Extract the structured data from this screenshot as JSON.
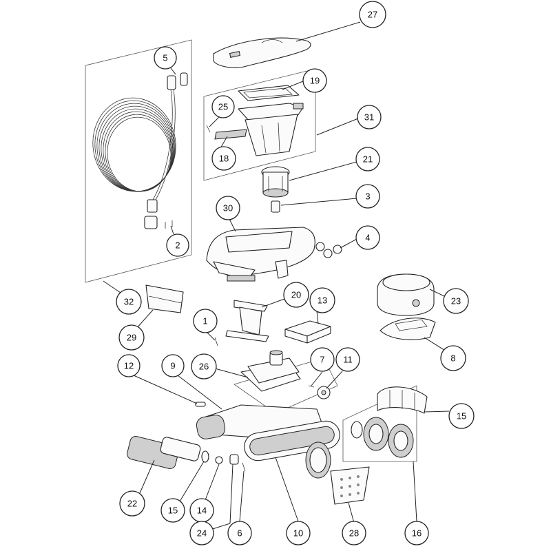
{
  "diagram": {
    "callouts": [
      {
        "id": "c27",
        "label": "27"
      },
      {
        "id": "c5",
        "label": "5"
      },
      {
        "id": "c19",
        "label": "19"
      },
      {
        "id": "c25",
        "label": "25"
      },
      {
        "id": "c31",
        "label": "31"
      },
      {
        "id": "c18",
        "label": "18"
      },
      {
        "id": "c21",
        "label": "21"
      },
      {
        "id": "c3",
        "label": "3"
      },
      {
        "id": "c30",
        "label": "30"
      },
      {
        "id": "c2",
        "label": "2"
      },
      {
        "id": "c4",
        "label": "4"
      },
      {
        "id": "c23",
        "label": "23"
      },
      {
        "id": "c32",
        "label": "32"
      },
      {
        "id": "c20",
        "label": "20"
      },
      {
        "id": "c13",
        "label": "13"
      },
      {
        "id": "c29",
        "label": "29"
      },
      {
        "id": "c1",
        "label": "1"
      },
      {
        "id": "c8",
        "label": "8"
      },
      {
        "id": "c12",
        "label": "12"
      },
      {
        "id": "c9",
        "label": "9"
      },
      {
        "id": "c26",
        "label": "26"
      },
      {
        "id": "c7",
        "label": "7"
      },
      {
        "id": "c11",
        "label": "11"
      },
      {
        "id": "c15a",
        "label": "15"
      },
      {
        "id": "c22",
        "label": "22"
      },
      {
        "id": "c15b",
        "label": "15"
      },
      {
        "id": "c14",
        "label": "14"
      },
      {
        "id": "c24",
        "label": "24"
      },
      {
        "id": "c6",
        "label": "6"
      },
      {
        "id": "c10",
        "label": "10"
      },
      {
        "id": "c28",
        "label": "28"
      },
      {
        "id": "c16",
        "label": "16"
      }
    ]
  }
}
